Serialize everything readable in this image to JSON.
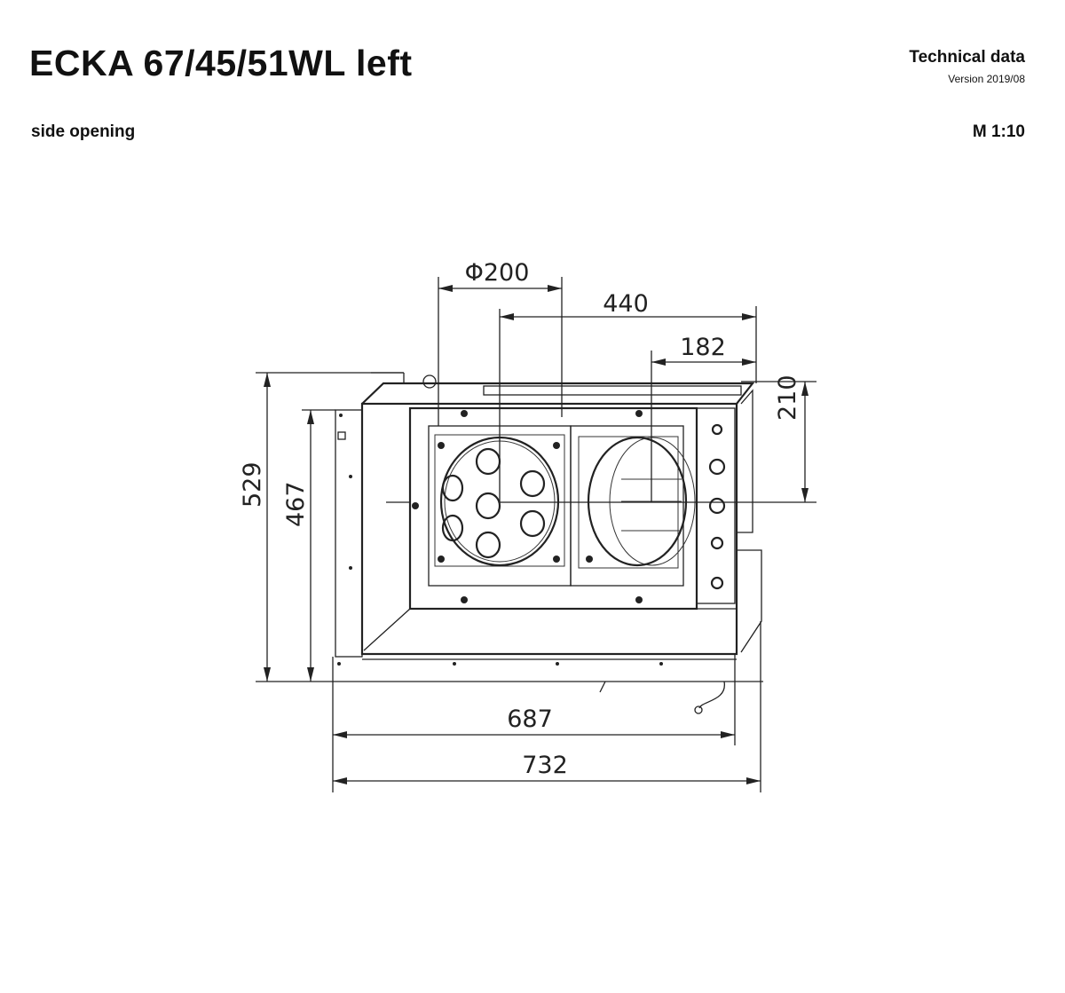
{
  "header": {
    "title": "ECKA 67/45/51WL left",
    "subtitle": "side opening",
    "doc_type": "Technical data",
    "version": "Version 2019/08",
    "scale": "M 1:10"
  },
  "drawing": {
    "dimensions": {
      "flue_diameter": "Φ200",
      "flue_offset": "440",
      "side_offset": "182",
      "flue_height": "210",
      "total_height": "529",
      "body_height": "467",
      "body_width": "687",
      "total_width": "732"
    }
  }
}
